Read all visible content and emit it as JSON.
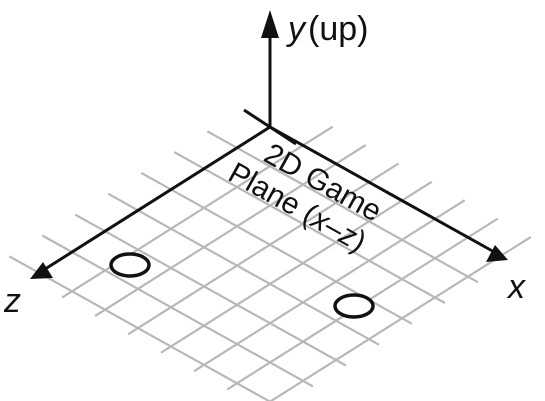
{
  "axes": {
    "y_label": "y",
    "y_suffix": " (up)",
    "x_label": "x",
    "z_label": "z"
  },
  "plane": {
    "label_line1": "2D Game",
    "label_line2_prefix": "Plane (",
    "label_line2_italic": "x–z",
    "label_line2_suffix": ")"
  },
  "colors": {
    "grid": "#b8b8b8",
    "axis": "#111111",
    "marker_fill": "#ffffff"
  },
  "markers": [
    {
      "name": "circle-marker-left"
    },
    {
      "name": "circle-marker-right"
    }
  ]
}
